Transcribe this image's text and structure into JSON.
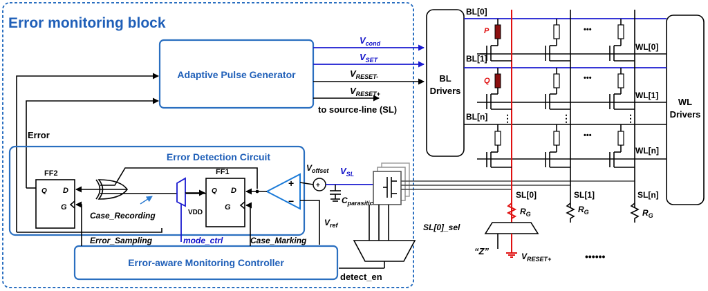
{
  "outer_block": {
    "title": "Error monitoring block"
  },
  "pulse_gen": {
    "label": "Adaptive Pulse Generator",
    "outputs": {
      "v_cond": "V",
      "v_cond_sub": "cond",
      "v_set": "V",
      "v_set_sub": "SET",
      "v_reset_minus": "V",
      "v_reset_minus_sub": "RESET-",
      "v_reset_plus": "V",
      "v_reset_plus_sub": "RESET+"
    },
    "sl_note": "to source-line (SL)"
  },
  "error_label": "Error",
  "detection": {
    "title": "Error Detection Circuit",
    "ff2": {
      "name": "FF2",
      "q": "Q",
      "d": "D",
      "g": "G"
    },
    "ff1": {
      "name": "FF1",
      "q": "Q",
      "d": "D",
      "g": "G"
    },
    "case_recording": "Case_Recording",
    "vdd": "VDD",
    "comp_plus": "+",
    "comp_minus": "−",
    "v_offset": "V",
    "v_offset_sub": "offset",
    "v_sl": "V",
    "v_sl_sub": "SL",
    "c_par": "C",
    "c_par_sub": "parasitic",
    "v_ref": "V",
    "v_ref_sub": "ref"
  },
  "controller": {
    "label": "Error-aware Monitoring Controller",
    "error_sampling": "Error_Sampling",
    "mode_ctrl": "mode_ctrl",
    "case_marking": "Case_Marking",
    "detect_en": "detect_en"
  },
  "bl_drivers": {
    "line1": "BL",
    "line2": "Drivers"
  },
  "wl_drivers": {
    "line1": "WL",
    "line2": "Drivers"
  },
  "array": {
    "bl0": "BL[0]",
    "bl1": "BL[1]",
    "bln": "BL[n]",
    "wl0": "WL[0]",
    "wl1": "WL[1]",
    "wln": "WL[n]",
    "sl0": "SL[0]",
    "sl1": "SL[1]",
    "sln": "SL[n]",
    "cell_p": "P",
    "cell_q": "Q",
    "dots_h": "•••",
    "dots_v": "⋮",
    "dots_bottom": "••••••",
    "rg": "R",
    "rg_sub": "G",
    "sl_sel": "SL[0]_sel",
    "z": "“Z”",
    "v_reset_plus": "V",
    "v_reset_plus_sub": "RESET+"
  }
}
